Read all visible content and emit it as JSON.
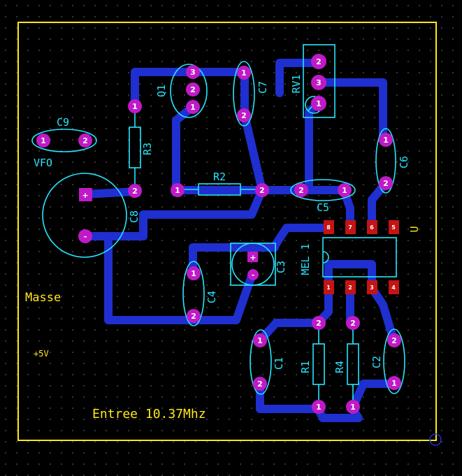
{
  "components": {
    "c9": "C9",
    "r3": "R3",
    "q1": "Q1",
    "c7": "C7",
    "rv1": "RV1",
    "c6": "C6",
    "r2": "R2",
    "c5": "C5",
    "c8": "C8",
    "mel1": "MEL 1",
    "u": "U",
    "c3": "C3",
    "c4": "C4",
    "c1": "C1",
    "r1": "R1",
    "r4": "R4",
    "c2": "C2"
  },
  "notes": {
    "vfo": "VFO",
    "masse": "Masse",
    "plus5v": "+5V",
    "entree": "Entree 10.37Mhz"
  },
  "pads": {
    "one": "1",
    "two": "2",
    "three": "3",
    "four": "4",
    "five": "5",
    "six": "6",
    "seven": "7",
    "eight": "8"
  },
  "colors": {
    "trace": "#1f2fd0",
    "pad": "#c01ac8",
    "silkscreen": "#27e6ff",
    "board_edge": "#ffe81a",
    "smd_pad": "#c41414"
  }
}
